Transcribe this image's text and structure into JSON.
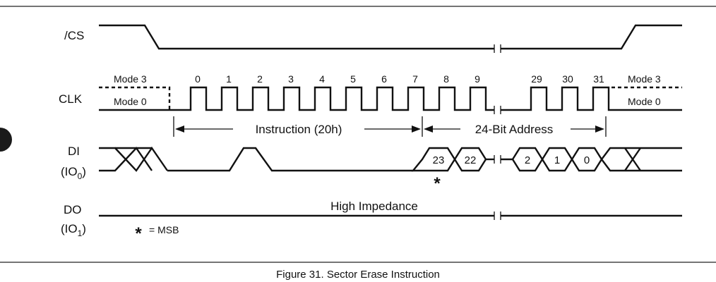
{
  "signals": {
    "cs": "/CS",
    "clk": "CLK",
    "di_top": "DI",
    "di_bottom_prefix": "(IO",
    "di_bottom_sub": "0",
    "di_bottom_suffix": ")",
    "do_top": "DO",
    "do_bottom_prefix": "(IO",
    "do_bottom_sub": "1",
    "do_bottom_suffix": ")"
  },
  "modes": {
    "mode3_left": "Mode 3",
    "mode0_left": "Mode 0",
    "mode3_right": "Mode 3",
    "mode0_right": "Mode 0"
  },
  "clock_numbers": [
    "0",
    "1",
    "2",
    "3",
    "4",
    "5",
    "6",
    "7",
    "8",
    "9",
    "29",
    "30",
    "31"
  ],
  "brackets": {
    "instruction": "Instruction (20h)",
    "address": "24-Bit Address"
  },
  "data_cells": {
    "bit23": "23",
    "bit22": "22",
    "bit2": "2",
    "bit1": "1",
    "bit0": "0"
  },
  "msb_star": "*",
  "do_label": "High Impedance",
  "legend": {
    "star": "*",
    "text": "= MSB"
  },
  "caption": "Figure 31. Sector Erase Instruction"
}
